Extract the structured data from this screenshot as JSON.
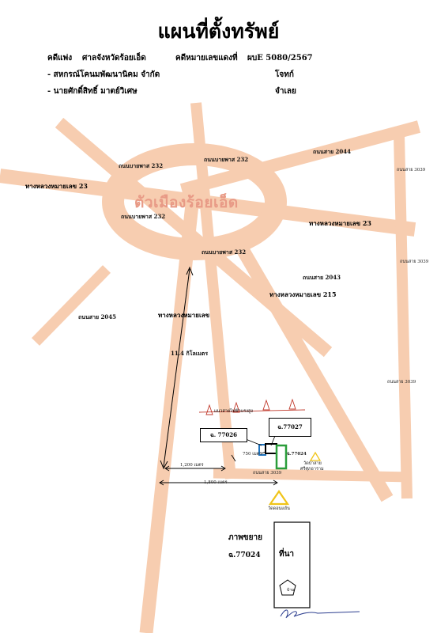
{
  "title": "แผนที่ตั้งทรัพย์",
  "header": {
    "court_label": "คดีแพ่ง",
    "court_name": "ศาลจังหวัดร้อยเอ็ด",
    "case_label": "คดีหมายเลขแดงที่",
    "case_no": "ผบE 5080/2567",
    "party1": "- สหกรณ์โคนมพัฒนานิคม จำกัด",
    "party1_role": "โจทก์",
    "party2": "- นายศักดิ์สิทธิ์ มาตย์วิเศษ",
    "party2_role": "จำเลย"
  },
  "map": {
    "city": "ตัวเมืองร้อยเอ็ด",
    "roads": {
      "ring_nw": "ถนนบายพาส 232",
      "ring_ne": "ถนนบายพาส 232",
      "ring_w": "ถนนบายพาส 232",
      "ring_s": "ถนนบายพาส 232",
      "hwy23_w": "ทางหลวงหมายเลข 23",
      "hwy23_e": "ทางหลวงหมายเลข 23",
      "r2044": "ถนนสาย 2044",
      "r3039_a": "ถนนสาย 3039",
      "r3039_b": "ถนนสาย 3039",
      "r3039_c": "ถนนสาย 3039",
      "r2043": "ถนนสาย 2043",
      "hwy215": "ทางหลวงหมายเลข 215",
      "r2045": "ถนนสาย 2045",
      "hwy_s": "ทางหลวงหมายเลข",
      "r3039_bottom": "ถนนสาย 3039"
    },
    "distance_main": "11.4 กิโลเมตร",
    "power_line": "แนวสายไฟฟ้าแรงสูง",
    "parcel_a": "ฉ. 77026",
    "parcel_b": "ฉ.77027",
    "parcel_c": "ฉ.77024",
    "dist_1200": "1,200 เมตร",
    "dist_750": "750 เมตร",
    "dist_1800": "1,800 เมตร",
    "temple_near": "วัดป่าสาย",
    "temple_near2": "ศรีศุภอาราม",
    "temple_south": "วัดดอนแย้น"
  },
  "inset": {
    "title": "ภาพขยาย",
    "parcel": "ฉ.77024",
    "land_use": "ที่นา",
    "house": "บ้าน"
  },
  "colors": {
    "road": "#f7cdb0",
    "city_text": "#e89a86",
    "parcel_blue": "#1e73be",
    "parcel_green": "#2a9d3a",
    "power_line": "#c0392b",
    "temple": "#f0c419"
  },
  "icons": [
    "temple-icon",
    "house-icon",
    "tower-icon",
    "signature"
  ]
}
